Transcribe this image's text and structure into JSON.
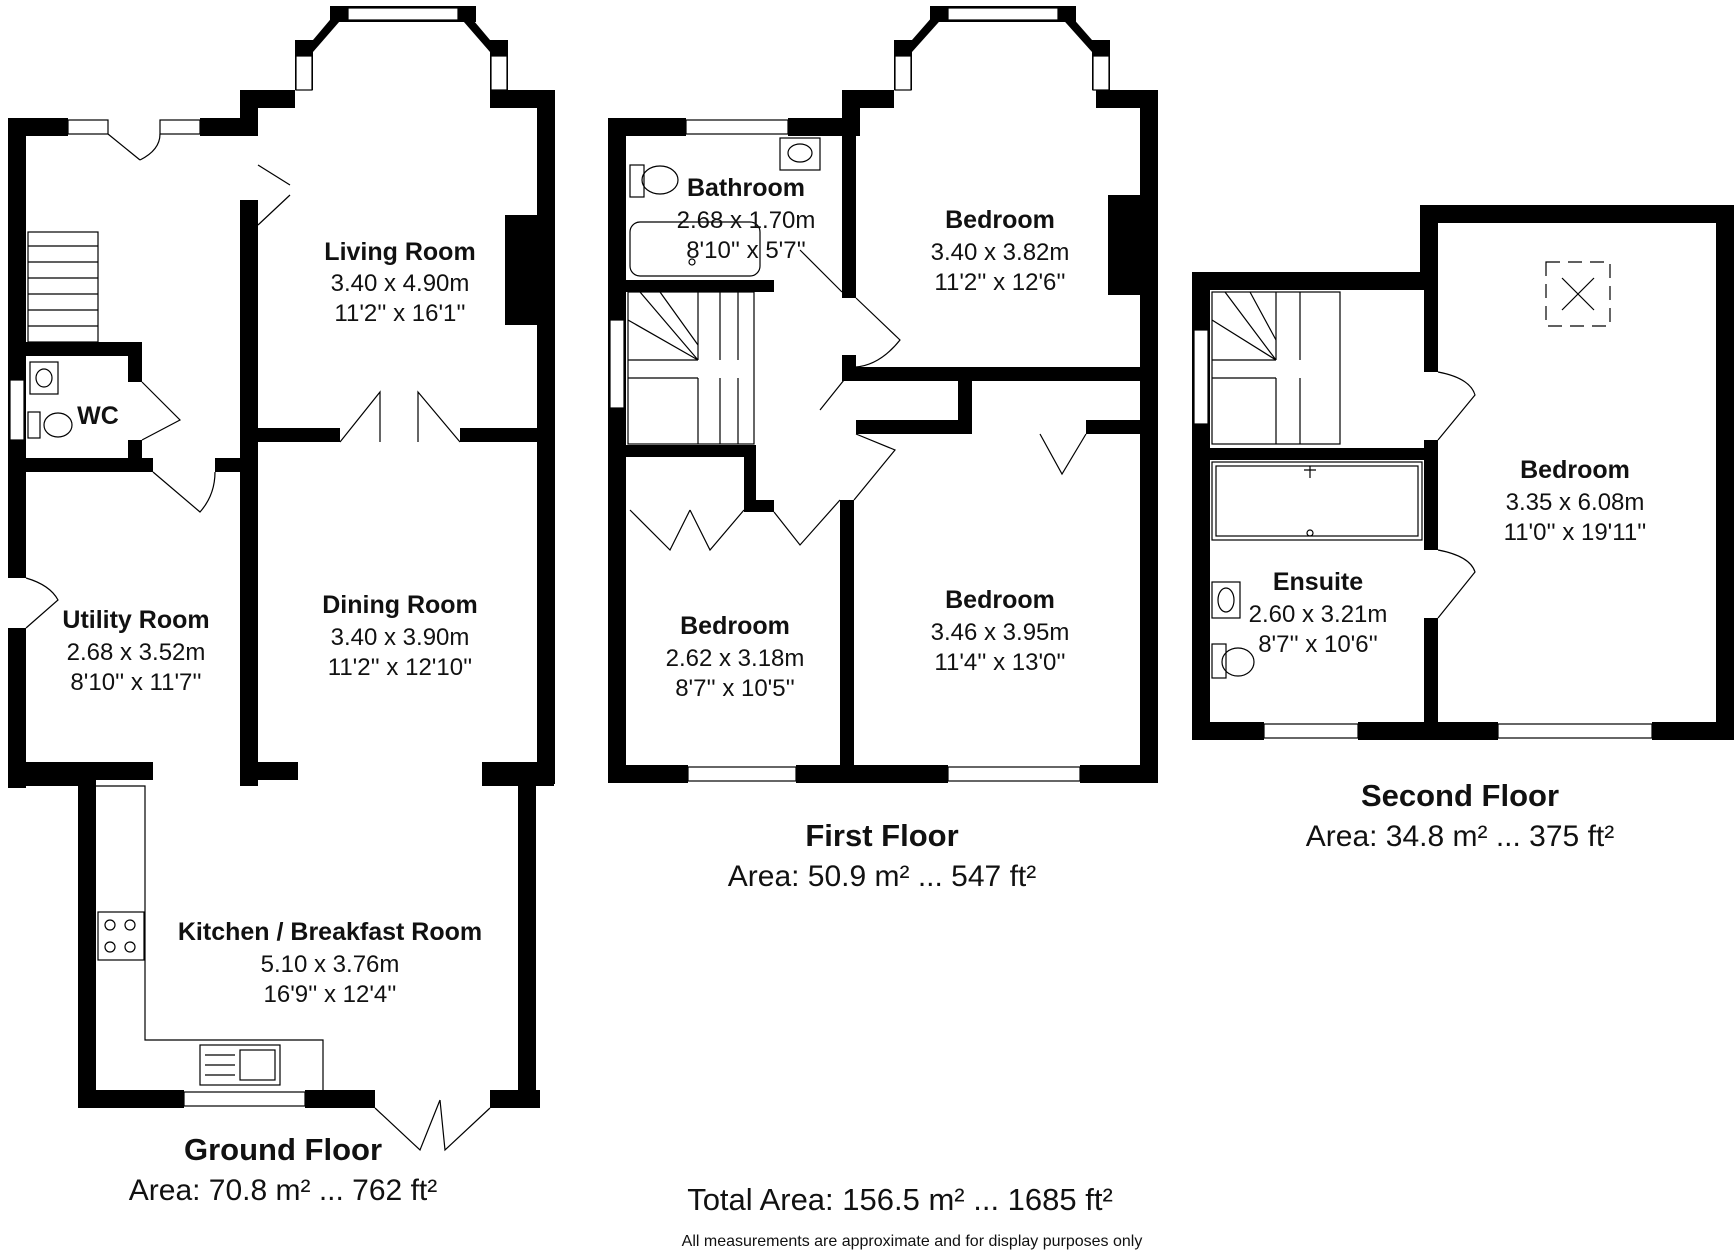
{
  "ground_floor": {
    "title": "Ground Floor",
    "area": "Area: 70.8 m² ... 762 ft²",
    "rooms": {
      "living": {
        "name": "Living Room",
        "metric": "3.40 x 4.90m",
        "imperial": "11'2'' x 16'1''"
      },
      "wc": {
        "name": "WC"
      },
      "utility": {
        "name": "Utility Room",
        "metric": "2.68 x 3.52m",
        "imperial": "8'10'' x 11'7''"
      },
      "dining": {
        "name": "Dining Room",
        "metric": "3.40 x 3.90m",
        "imperial": "11'2'' x 12'10''"
      },
      "kitchen": {
        "name": "Kitchen / Breakfast Room",
        "metric": "5.10 x 3.76m",
        "imperial": "16'9'' x 12'4''"
      }
    }
  },
  "first_floor": {
    "title": "First Floor",
    "area": "Area: 50.9 m² ... 547 ft²",
    "rooms": {
      "bathroom": {
        "name": "Bathroom",
        "metric": "2.68 x 1.70m",
        "imperial": "8'10'' x 5'7''"
      },
      "bedroom_front": {
        "name": "Bedroom",
        "metric": "3.40 x 3.82m",
        "imperial": "11'2'' x 12'6''"
      },
      "bedroom_small": {
        "name": "Bedroom",
        "metric": "2.62 x 3.18m",
        "imperial": "8'7'' x 10'5''"
      },
      "bedroom_rear": {
        "name": "Bedroom",
        "metric": "3.46 x 3.95m",
        "imperial": "11'4'' x 13'0''"
      }
    }
  },
  "second_floor": {
    "title": "Second Floor",
    "area": "Area: 34.8 m² ... 375 ft²",
    "rooms": {
      "bedroom": {
        "name": "Bedroom",
        "metric": "3.35 x 6.08m",
        "imperial": "11'0'' x 19'11''"
      },
      "ensuite": {
        "name": "Ensuite",
        "metric": "2.60 x 3.21m",
        "imperial": "8'7'' x 10'6''"
      }
    }
  },
  "total_area": "Total Area: 156.5 m² ... 1685 ft²",
  "disclaimer": "All measurements are approximate and for display purposes only"
}
